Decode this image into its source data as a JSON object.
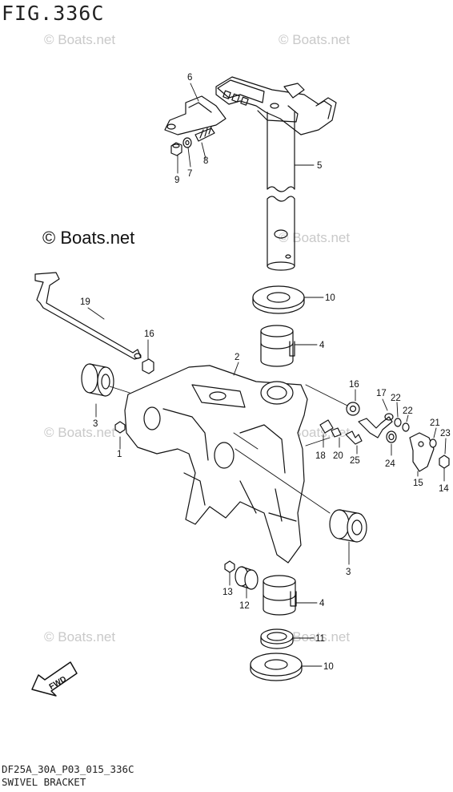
{
  "figure_title": "FIG.336C",
  "footer": {
    "code": "DF25A_30A_P03_015_336C",
    "name": "SWIVEL BRACKET"
  },
  "watermark_main": "© Boats.net",
  "watermark_faint": "© Boats.net",
  "fwd_label": "FWD",
  "callouts": [
    "6",
    "9",
    "7",
    "8",
    "5",
    "10",
    "19",
    "16",
    "4",
    "2",
    "3",
    "1",
    "16",
    "17",
    "22",
    "22",
    "21",
    "23",
    "18",
    "20",
    "25",
    "24",
    "15",
    "14",
    "3",
    "13",
    "12",
    "4",
    "11",
    "10"
  ]
}
